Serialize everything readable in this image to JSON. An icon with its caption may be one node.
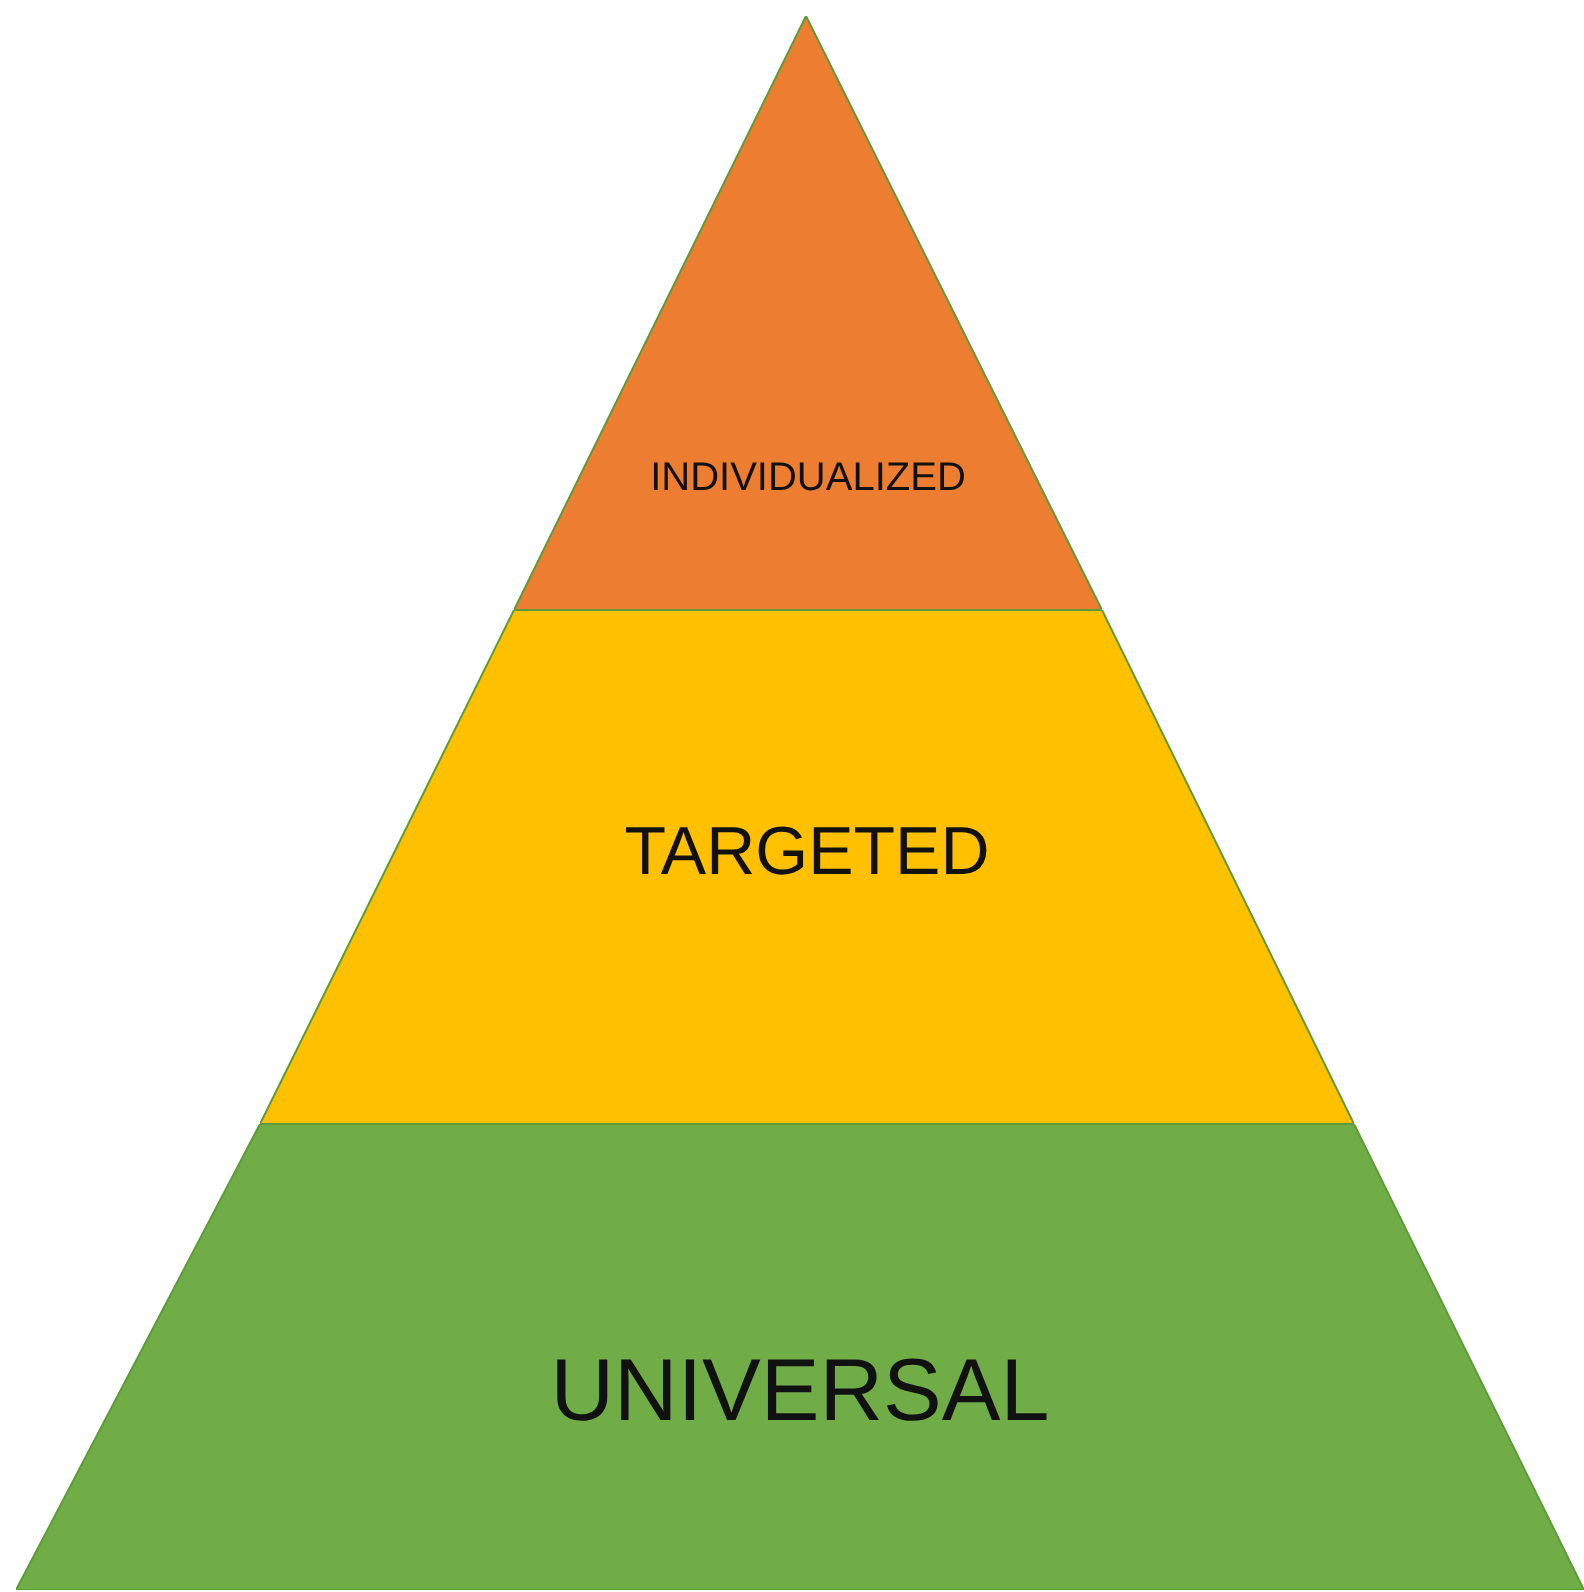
{
  "diagram": {
    "nodes": [
      {
        "text": [
          "INDIVIDUALIZED"
        ]
      },
      {
        "text": [
          "TARGETED"
        ]
      },
      {
        "text": [
          "UNIVERSAL"
        ]
      }
    ]
  }
}
